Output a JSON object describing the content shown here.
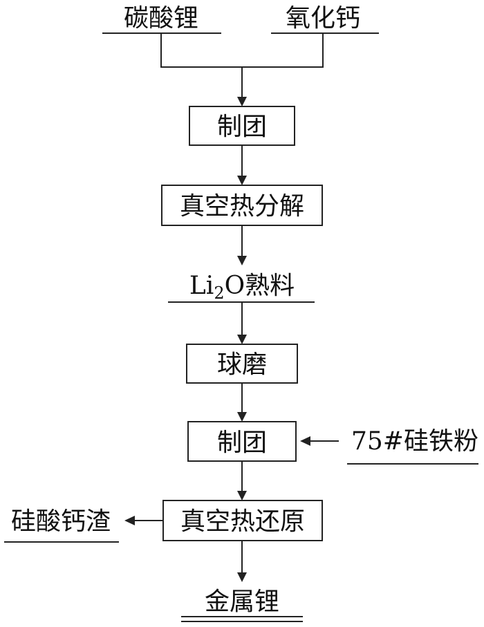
{
  "inputs": {
    "lithium_carbonate": "碳酸锂",
    "calcium_oxide": "氧化钙"
  },
  "steps": {
    "briquetting_1": "制团",
    "vacuum_decomposition": "真空热分解",
    "ball_milling": "球磨",
    "briquetting_2": "制团",
    "vacuum_reduction": "真空热还原"
  },
  "intermediates": {
    "li2o_clinker": {
      "prefix": "Li",
      "subscript": "2",
      "suffix": "O熟料"
    }
  },
  "side_inputs": {
    "ferrosilicon": "75#硅铁粉"
  },
  "byproducts": {
    "calcium_silicate_slag": "硅酸钙渣"
  },
  "product": {
    "lithium_metal": "金属锂"
  }
}
